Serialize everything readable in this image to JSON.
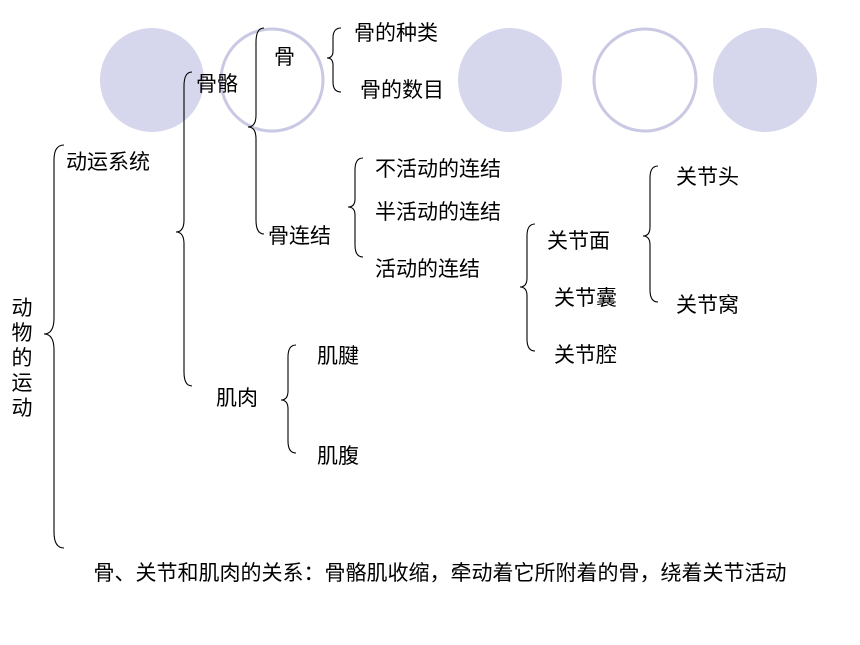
{
  "colors": {
    "circle_fill": "#d6d6ec",
    "circle_outline": "#c9c9e3",
    "text": "#000000",
    "background": "#ffffff"
  },
  "root": {
    "label": "动物的运动"
  },
  "system": {
    "label": "动运系统"
  },
  "skeleton": {
    "label": "骨骼"
  },
  "bone": {
    "label": "骨",
    "children": [
      "骨的种类",
      "骨的数目"
    ]
  },
  "joint_connection": {
    "label": "骨连结",
    "children": [
      "不活动的连结",
      "半活动的连结",
      "活动的连结"
    ]
  },
  "movable_joint": {
    "children": [
      "关节面",
      "关节囊",
      "关节腔"
    ]
  },
  "joint_surface": {
    "children": [
      "关节头",
      "关节窝"
    ]
  },
  "muscle": {
    "label": "肌肉",
    "children": [
      "肌腱",
      "肌腹"
    ]
  },
  "footer": {
    "text": "骨、关节和肌肉的关系：骨骼肌收缩，牵动着它所附着的骨，绕着关节活动"
  }
}
